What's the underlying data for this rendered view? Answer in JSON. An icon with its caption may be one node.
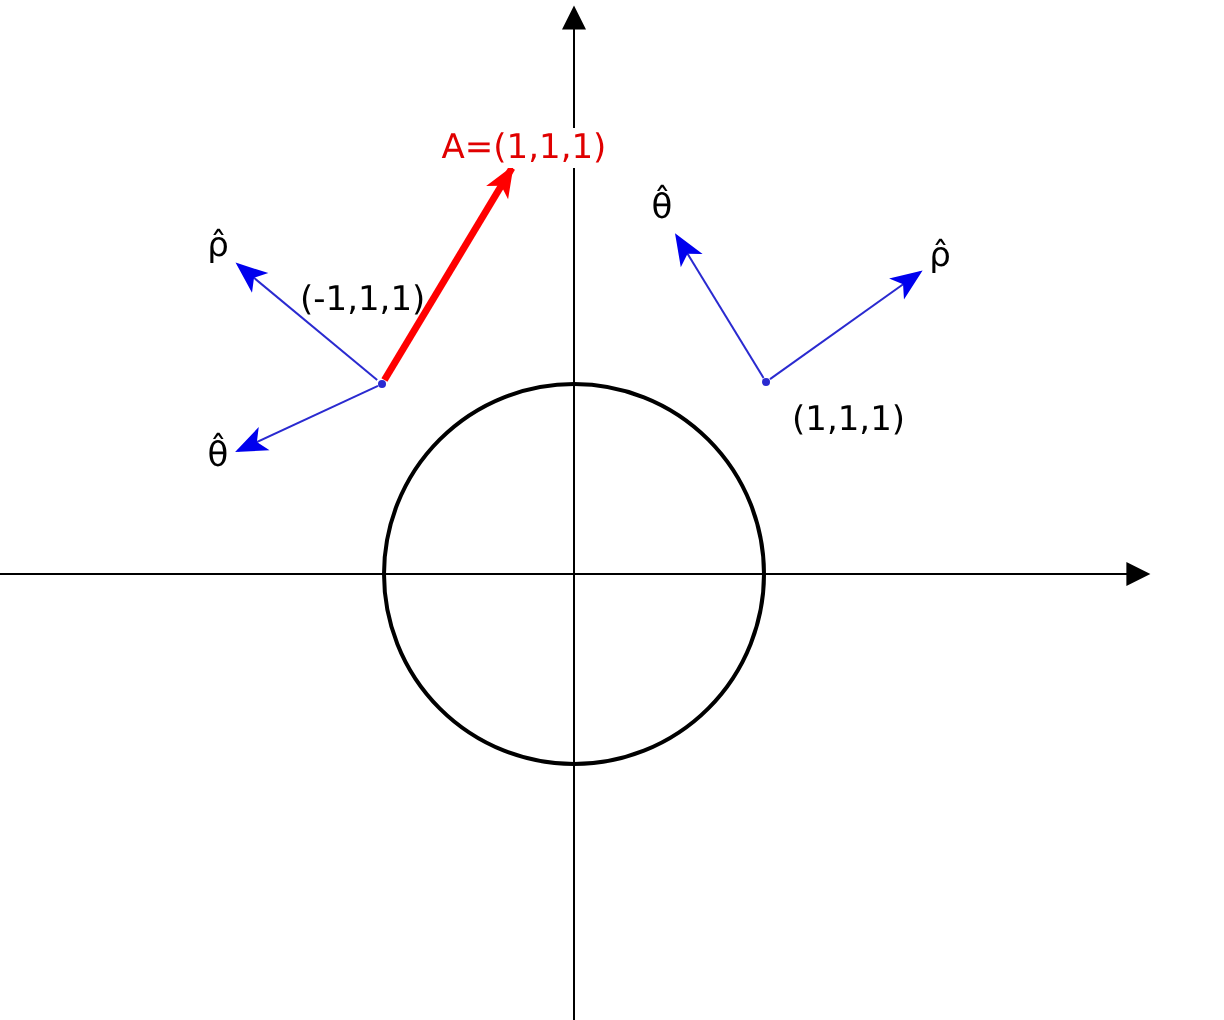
{
  "diagram": {
    "nodes": [
      {
        "text": [],
        "shape": "point",
        "beside": [
          "(-1,1,1)"
        ]
      },
      {
        "text": [
          "ρ̂"
        ]
      },
      {
        "text": [
          "θ̂"
        ]
      },
      {
        "text": [
          "A=(1,1,1)"
        ]
      },
      {
        "text": [],
        "shape": "point",
        "beside": [
          "(1,1,1)"
        ]
      },
      {
        "text": [
          "θ̂"
        ]
      },
      {
        "text": [
          "ρ̂"
        ]
      },
      {
        "text": [],
        "shape": "circle"
      }
    ],
    "edges": [
      {
        "from": 0,
        "to": 1,
        "arrow": "to"
      },
      {
        "from": 0,
        "to": 2,
        "arrow": "to"
      },
      {
        "from": 0,
        "to": 3,
        "arrow": "to",
        "style": "thick",
        "color": "#ff0000"
      },
      {
        "from": 4,
        "to": 5,
        "arrow": "to"
      },
      {
        "from": 4,
        "to": 6,
        "arrow": "to"
      }
    ]
  }
}
